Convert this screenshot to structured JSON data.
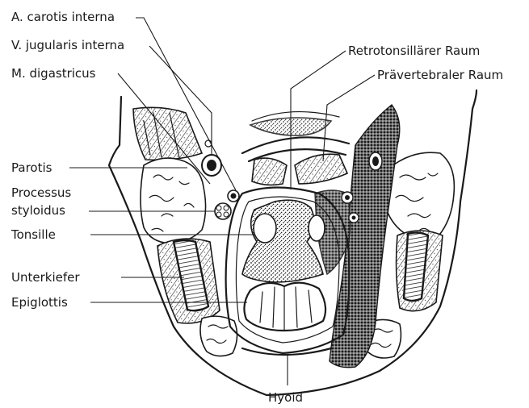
{
  "labels": {
    "carotis": "A. carotis interna",
    "jugularis": "V. jugularis interna",
    "digastricus": "M. digastricus",
    "retrotonsillar": "Retrotonsillärer Raum",
    "praevertebral": "Prävertebraler Raum",
    "parotis": "Parotis",
    "processus_line1": "Processus",
    "processus_line2": "styloidus",
    "tonsille": "Tonsille",
    "unterkiefer": "Unterkiefer",
    "epiglottis": "Epiglottis",
    "hyoid": "Hyoid"
  }
}
